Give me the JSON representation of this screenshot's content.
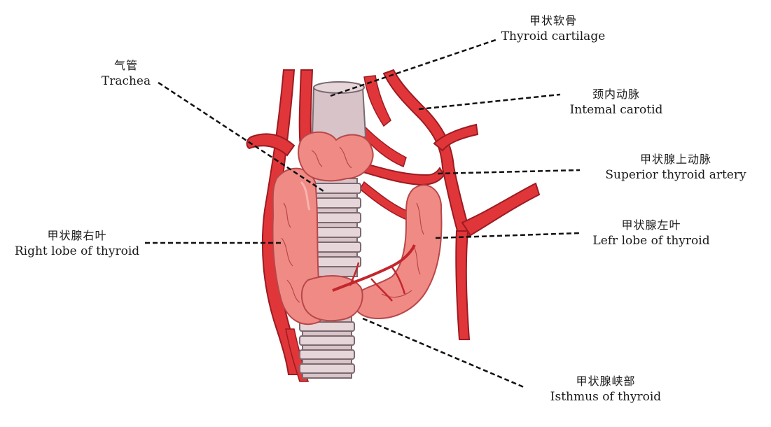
{
  "colors": {
    "artery": "#e0363a",
    "artery_dark": "#9c1b21",
    "thyroid": "#f08a85",
    "thyroid_dark": "#b8474a",
    "thyroid_light": "#f7b4ad",
    "cartilage": "#d8c3c8",
    "cartilage_dark": "#7a6a70",
    "leader_line": "#111111"
  },
  "labels": {
    "thyroid_cartilage": {
      "zh": "甲状软骨",
      "en": "Thyroid cartilage"
    },
    "trachea": {
      "zh": "气管",
      "en": "Trachea"
    },
    "internal_carotid": {
      "zh": "颈内动脉",
      "en": "Intemal carotid"
    },
    "superior_thyroid_artery": {
      "zh": "甲状腺上动脉",
      "en": "Superior thyroid artery"
    },
    "right_lobe": {
      "zh": "甲状腺右叶",
      "en": "Right lobe of thyroid"
    },
    "left_lobe": {
      "zh": "甲状腺左叶",
      "en": "Lefr lobe of thyroid"
    },
    "isthmus": {
      "zh": "甲状腺峡部",
      "en": "Isthmus of thyroid"
    }
  }
}
